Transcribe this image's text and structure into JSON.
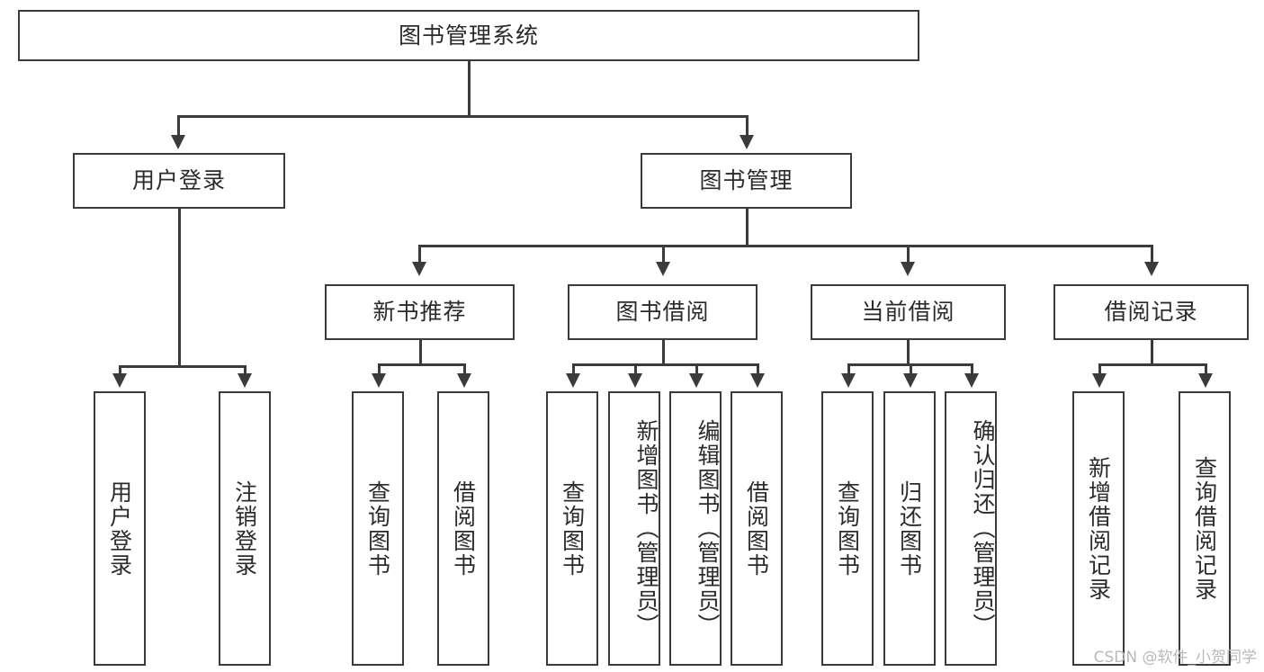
{
  "diagram": {
    "type": "tree-hierarchy",
    "title": "图书管理系统",
    "root": {
      "label": "图书管理系统"
    },
    "level2": [
      {
        "label": "用户登录"
      },
      {
        "label": "图书管理"
      }
    ],
    "level3": [
      {
        "label": "新书推荐"
      },
      {
        "label": "图书借阅"
      },
      {
        "label": "当前借阅"
      },
      {
        "label": "借阅记录"
      }
    ],
    "leaves": {
      "user_login": [
        {
          "label": "用户登录"
        },
        {
          "label": "注销登录"
        }
      ],
      "new_book_recommend": [
        {
          "label": "查询图书"
        },
        {
          "label": "借阅图书"
        }
      ],
      "book_borrow": [
        {
          "label": "查询图书"
        },
        {
          "label": "新增图书（管理员）"
        },
        {
          "label": "编辑图书（管理员）"
        },
        {
          "label": "借阅图书"
        }
      ],
      "current_borrow": [
        {
          "label": "查询图书"
        },
        {
          "label": "归还图书"
        },
        {
          "label": "确认归还（管理员）"
        }
      ],
      "borrow_record": [
        {
          "label": "新增借阅记录"
        },
        {
          "label": "查询借阅记录"
        }
      ]
    }
  },
  "watermark": {
    "text": "CSDN @软件_小贺同学"
  },
  "colors": {
    "stroke": "#3b3b3b",
    "text": "#2b2b2b",
    "background": "#ffffff",
    "watermark": "#b9b9b9"
  }
}
